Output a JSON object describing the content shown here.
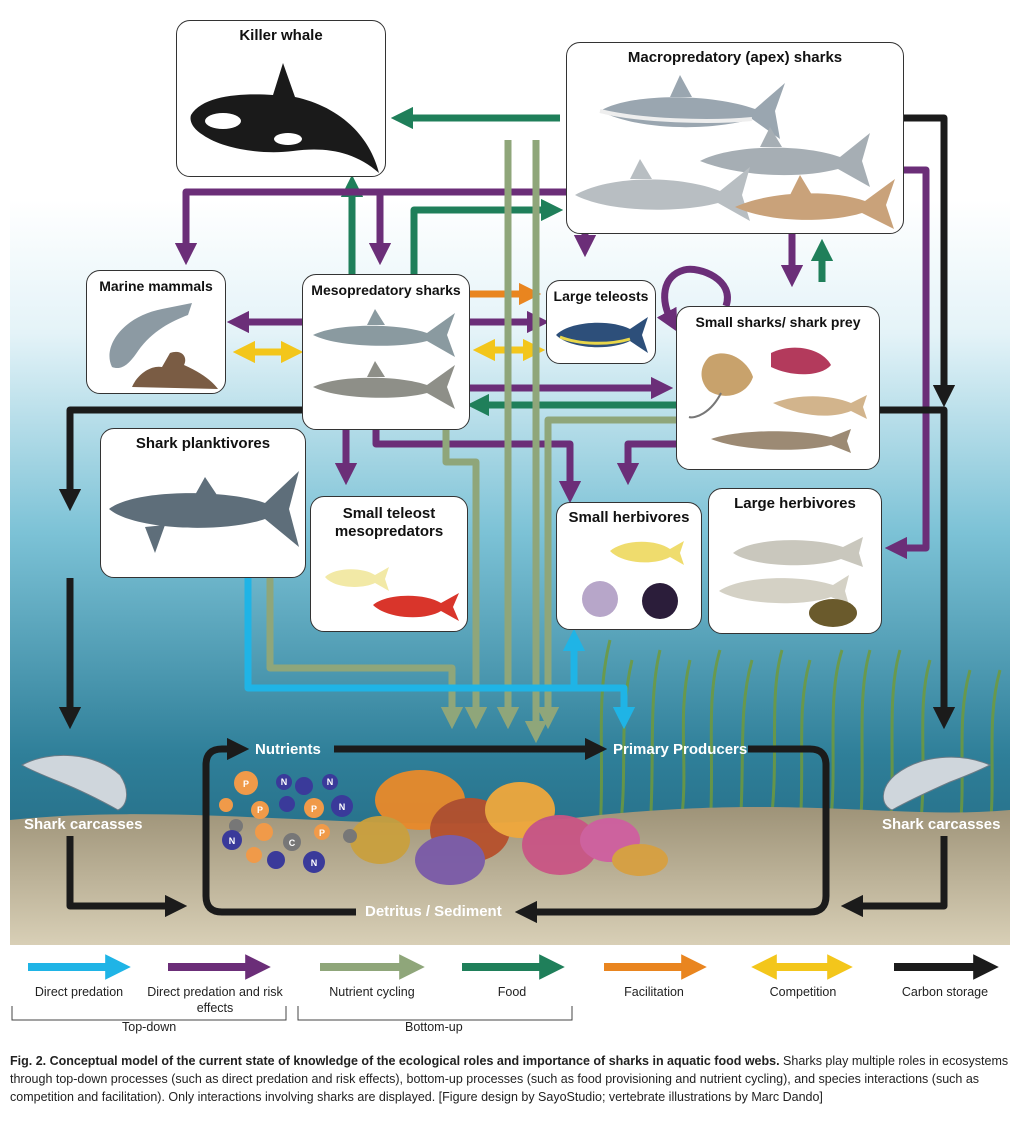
{
  "nodes": {
    "killer_whale": "Killer whale",
    "apex_sharks": "Macropredatory (apex) sharks",
    "marine_mammals": "Marine mammals",
    "mesopredatory_sharks": "Mesopredatory sharks",
    "large_teleosts": "Large teleosts",
    "small_sharks": "Small sharks/ shark prey",
    "shark_planktivores": "Shark planktivores",
    "small_teleost_meso": "Small teleost mesopredators",
    "small_herbivores": "Small herbivores",
    "large_herbivores": "Large herbivores",
    "nutrients": "Nutrients",
    "primary_producers": "Primary Producers",
    "detritus": "Detritus / Sediment",
    "carcasses_left": "Shark carcasses",
    "carcasses_right": "Shark carcasses"
  },
  "nutrient_symbols": [
    "P",
    "N",
    "C"
  ],
  "legend": [
    {
      "label": "Direct predation",
      "color": "#1fb4e6"
    },
    {
      "label": "Direct predation and risk effects",
      "color": "#6b2e78"
    },
    {
      "label": "Nutrient cycling",
      "color": "#8fa67a"
    },
    {
      "label": "Food",
      "color": "#1f7f5a"
    },
    {
      "label": "Facilitation",
      "color": "#e9851f"
    },
    {
      "label": "Competition",
      "color": "#f3c61b"
    },
    {
      "label": "Carbon storage",
      "color": "#1b1b1b"
    }
  ],
  "groups": {
    "top_down": "Top-down",
    "bottom_up": "Bottom-up"
  },
  "caption": {
    "bold": "Fig. 2. Conceptual model of the current state of knowledge of the ecological roles and importance of sharks in aquatic food webs.",
    "text": " Sharks play multiple roles in ecosystems through top-down processes (such as direct predation and risk effects), bottom-up processes (such as food provisioning and nutrient cycling), and species interactions (such as competition and facilitation). Only interactions involving sharks are displayed. [Figure design by SayoStudio; vertebrate illustrations by Marc Dando]"
  }
}
